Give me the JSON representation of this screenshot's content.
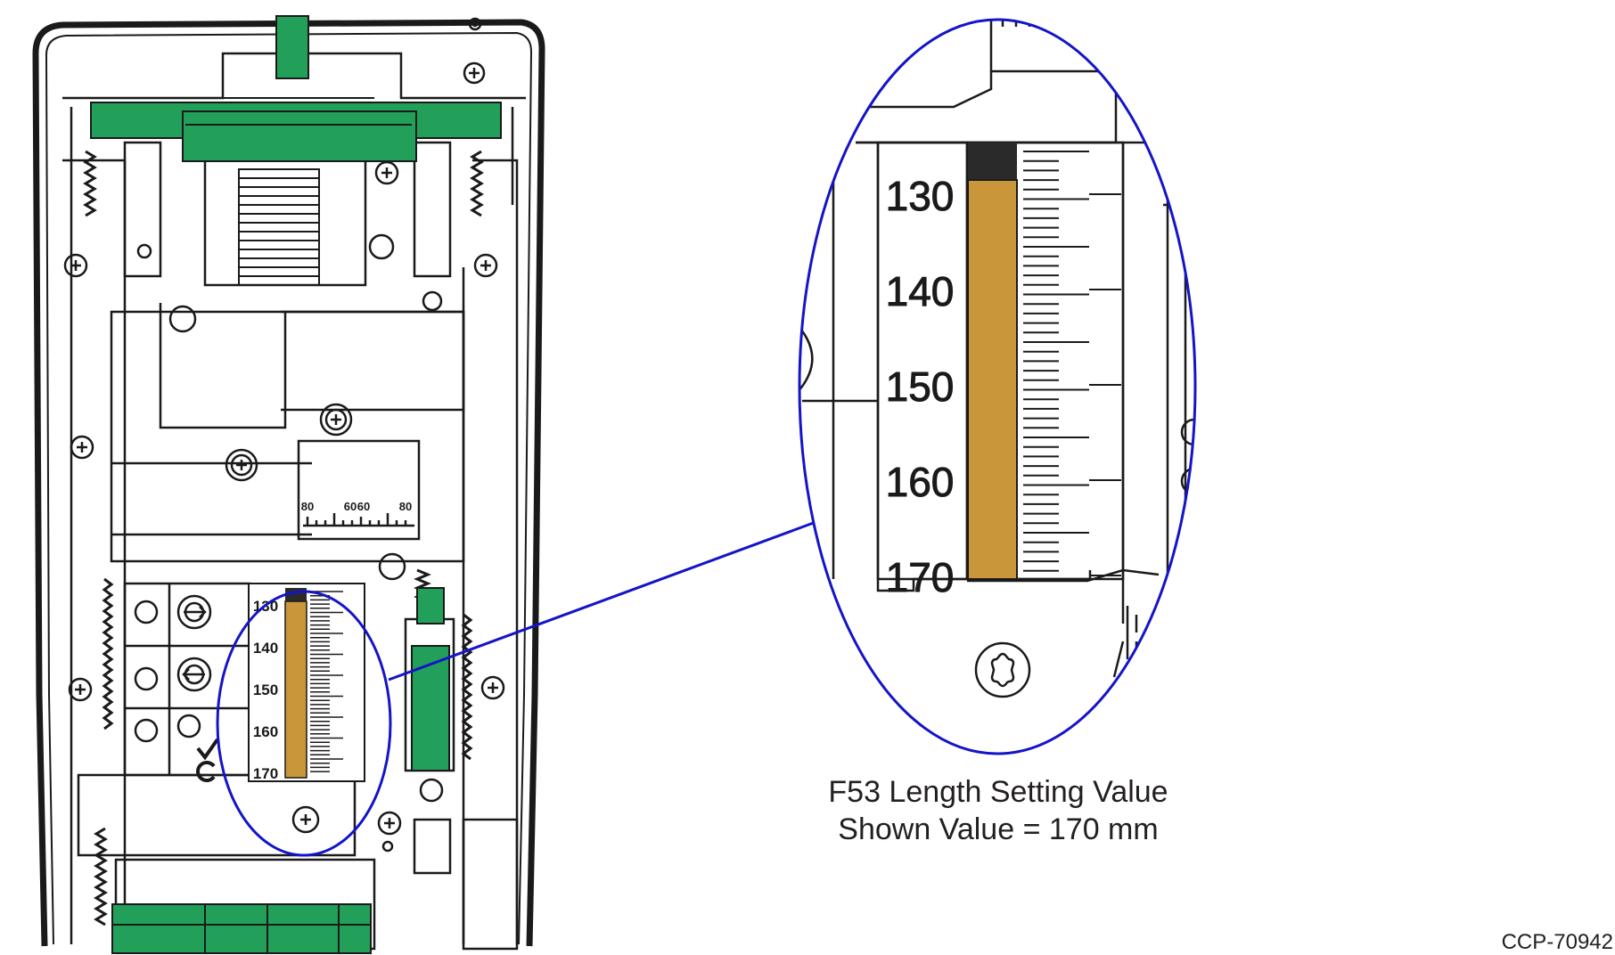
{
  "diagram": {
    "caption_line1": "F53 Length Setting Value",
    "caption_line2": "Shown Value = 170 mm",
    "document_id": "CCP-70942",
    "scale_labels": [
      "130",
      "140",
      "150",
      "160",
      "170"
    ],
    "dial_labels": [
      "80",
      "60",
      "60",
      "80"
    ],
    "indicated_value": 170,
    "colors": {
      "callout": "#1414c8",
      "green_part": "#22a05a",
      "indicator": "#c9973a",
      "outline": "#1a1a1a"
    }
  }
}
